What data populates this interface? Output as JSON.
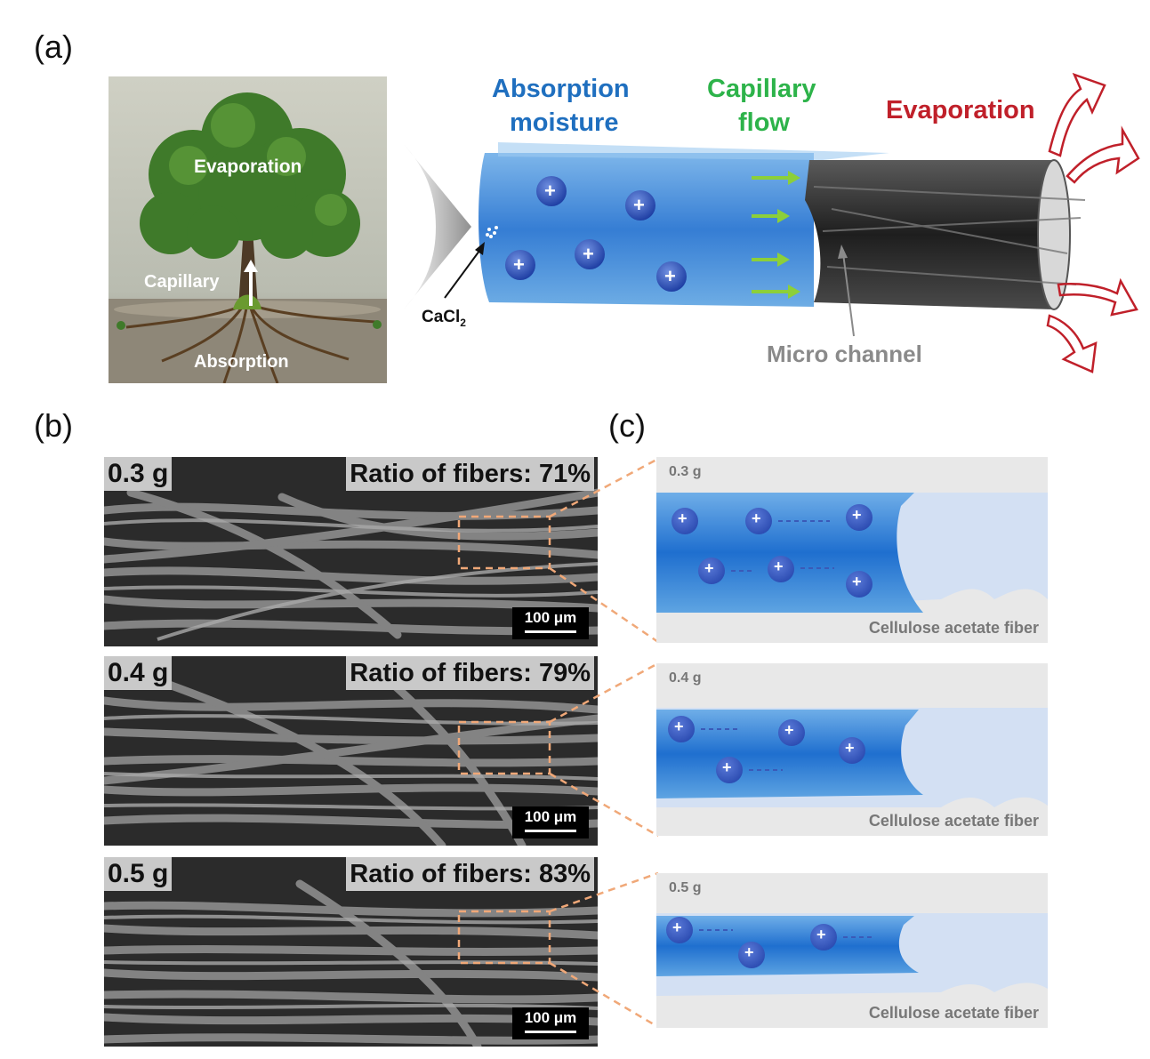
{
  "panels": {
    "a": "(a)",
    "b": "(b)",
    "c": "(c)"
  },
  "tree": {
    "evaporation": "Evaporation",
    "capillary": "Capillary",
    "absorption": "Absorption"
  },
  "fiber_diagram": {
    "absorption_moisture_line1": "Absorption",
    "absorption_moisture_line2": "moisture",
    "capillary_flow_line1": "Capillary",
    "capillary_flow_line2": "flow",
    "evaporation": "Evaporation",
    "cacl2_main": "CaCl",
    "cacl2_sub": "2",
    "micro_channel": "Micro channel",
    "ion_symbol": "+"
  },
  "sem_images": [
    {
      "mass": "0.3 g",
      "ratio": "Ratio of fibers: 71%",
      "scale": "100 μm"
    },
    {
      "mass": "0.4 g",
      "ratio": "Ratio of fibers: 79%",
      "scale": "100 μm"
    },
    {
      "mass": "0.5 g",
      "ratio": "Ratio of fibers: 83%",
      "scale": "100 μm"
    }
  ],
  "schematics": [
    {
      "mass": "0.3 g",
      "caption": "Cellulose acetate fiber"
    },
    {
      "mass": "0.4 g",
      "caption": "Cellulose acetate fiber"
    },
    {
      "mass": "0.5 g",
      "caption": "Cellulose acetate fiber"
    }
  ],
  "colors": {
    "absorption_blue": "#1f6fbf",
    "capillary_green": "#2db34a",
    "evaporation_red": "#c0202a",
    "micro_channel_gray": "#8a8a8a",
    "dashed_orange": "#f0a878"
  }
}
